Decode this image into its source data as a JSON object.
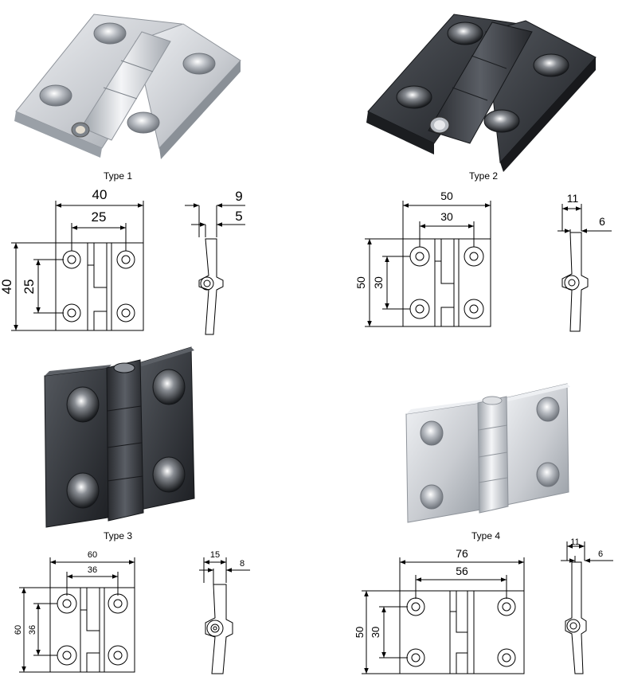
{
  "panels": [
    {
      "caption": "Type 1",
      "finish": "silver",
      "front": {
        "width": "40",
        "hole_spacing_h": "25",
        "height": "40",
        "hole_spacing_v": "25"
      },
      "side": {
        "thickness": "9",
        "leaf": "5"
      }
    },
    {
      "caption": "Type 2",
      "finish": "black",
      "front": {
        "width": "50",
        "hole_spacing_h": "30",
        "height": "50",
        "hole_spacing_v": "30"
      },
      "side": {
        "thickness": "11",
        "leaf": "6"
      }
    },
    {
      "caption": "Type 3",
      "finish": "black",
      "front": {
        "width": "60",
        "hole_spacing_h": "36",
        "height": "60",
        "hole_spacing_v": "36"
      },
      "side": {
        "thickness": "15",
        "leaf": "8"
      }
    },
    {
      "caption": "Type 4",
      "finish": "silver",
      "front": {
        "width": "76",
        "hole_spacing_h": "56",
        "height": "50",
        "hole_spacing_v": "30"
      },
      "side": {
        "thickness": "11",
        "leaf": "6"
      }
    }
  ],
  "colors": {
    "silver": "#c9ccd1",
    "silver_dark": "#8f949b",
    "black": "#3a3d42",
    "black_dark": "#1e2024",
    "line": "#000000"
  }
}
